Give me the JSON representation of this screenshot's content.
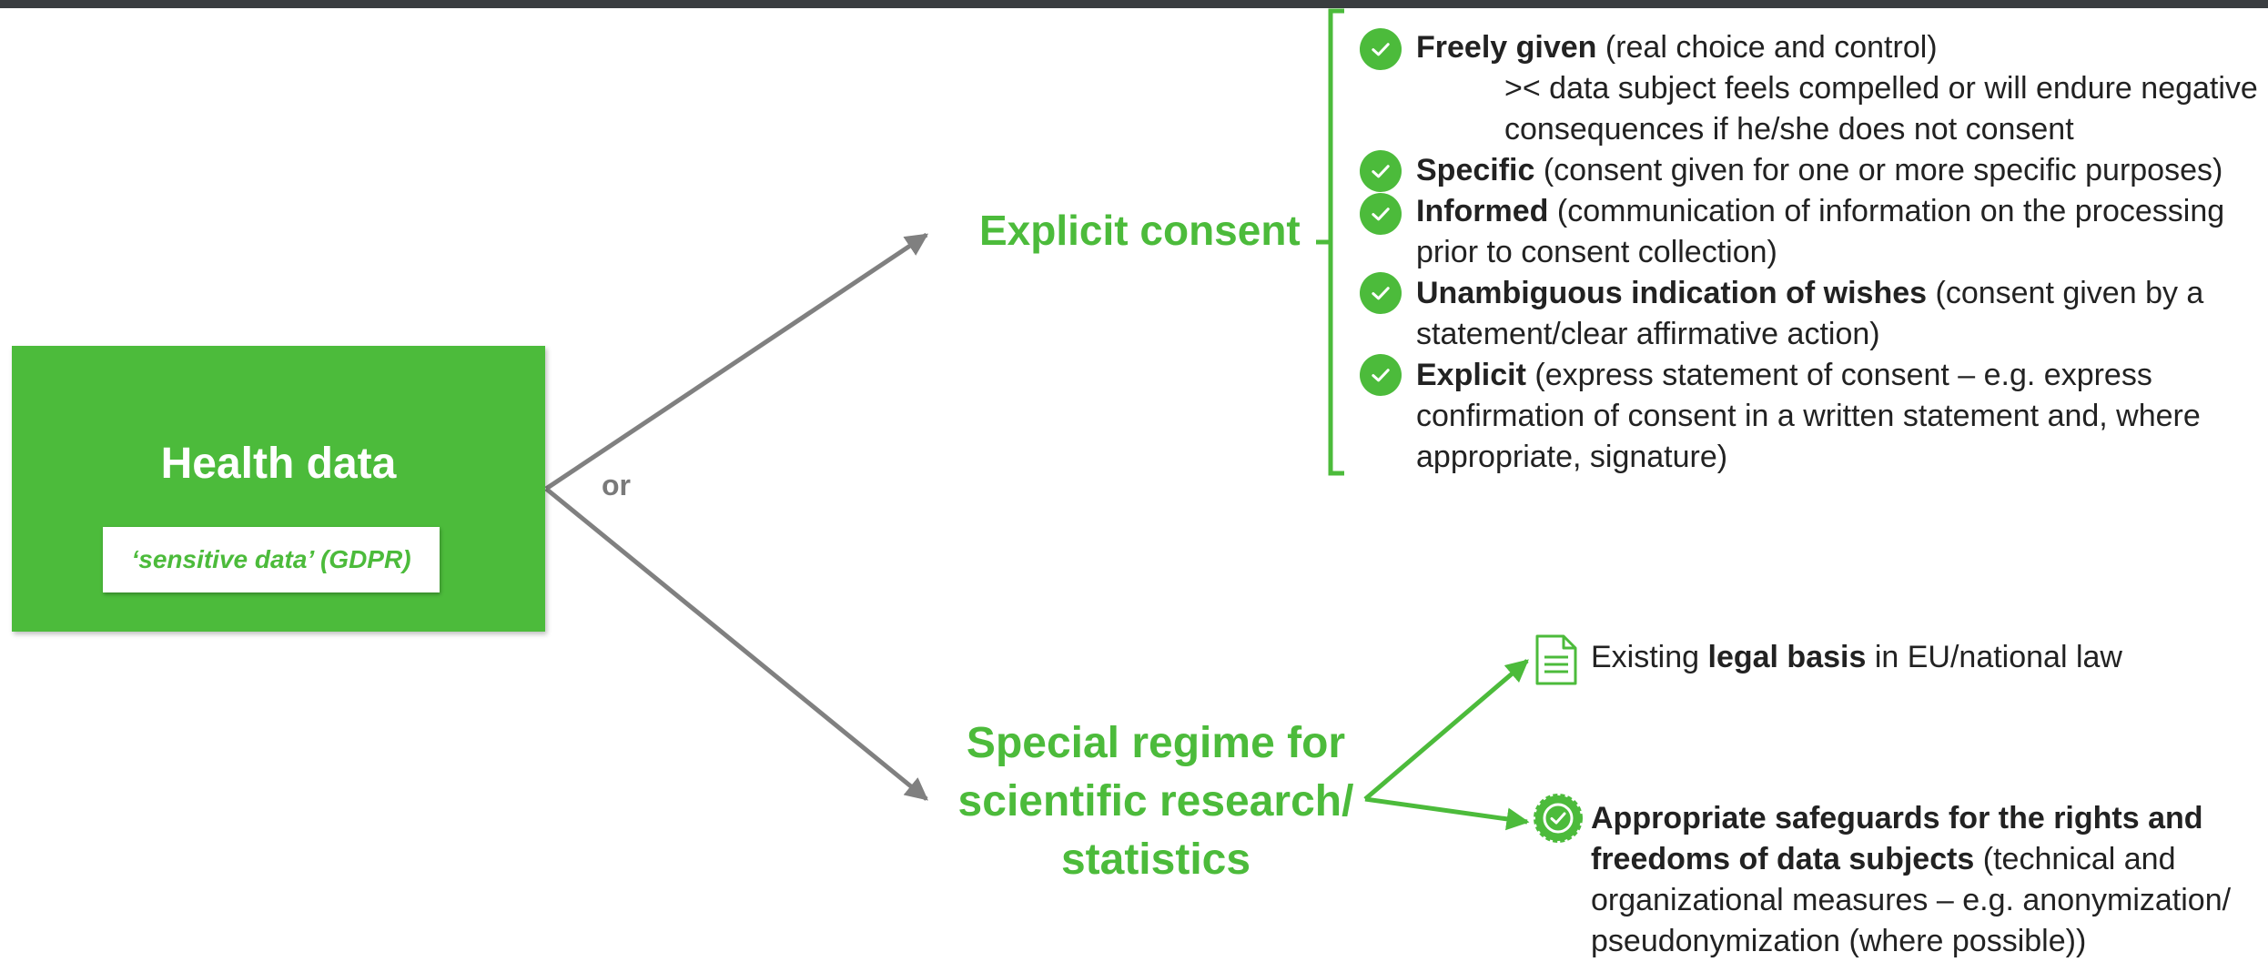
{
  "health": {
    "title": "Health data",
    "subtitle": "‘sensitive data’ (GDPR)"
  },
  "connector_label": "or",
  "explicit_consent": {
    "heading": "Explicit consent",
    "criteria": [
      {
        "bold": "Freely given",
        "rest": " (real choice and control)",
        "sub": ">< data subject feels compelled or will endure negative consequences if he/she does not consent"
      },
      {
        "bold": "Specific",
        "rest": " (consent given for one or more specific purposes)"
      },
      {
        "bold": "Informed",
        "rest": " (communication of information on the processing prior to consent collection)"
      },
      {
        "bold": "Unambiguous indication of wishes",
        "rest": " (consent given by a statement/clear affirmative action)"
      },
      {
        "bold": "Explicit",
        "rest": " (express statement of consent – e.g. express confirmation of consent in a written statement and, where appropriate, signature)"
      }
    ]
  },
  "special_regime": {
    "heading": "Special regime for scientific research/ statistics",
    "legal_basis": {
      "before": "Existing ",
      "bold": "legal basis",
      "after": " in EU/national law"
    },
    "safeguards": {
      "bold": "Appropriate safeguards for the rights and freedoms of data subjects",
      "rest": " (technical and organizational measures – e.g. anonymization/ pseudonymization (where possible))"
    }
  },
  "colors": {
    "accent": "#4cbb3b",
    "arrow": "#808080",
    "text": "#222222",
    "topbar": "#3a3d40"
  },
  "icons": {
    "criteria_marker": "check-circle-icon",
    "legal_basis": "document-icon",
    "safeguards": "seal-check-icon"
  }
}
